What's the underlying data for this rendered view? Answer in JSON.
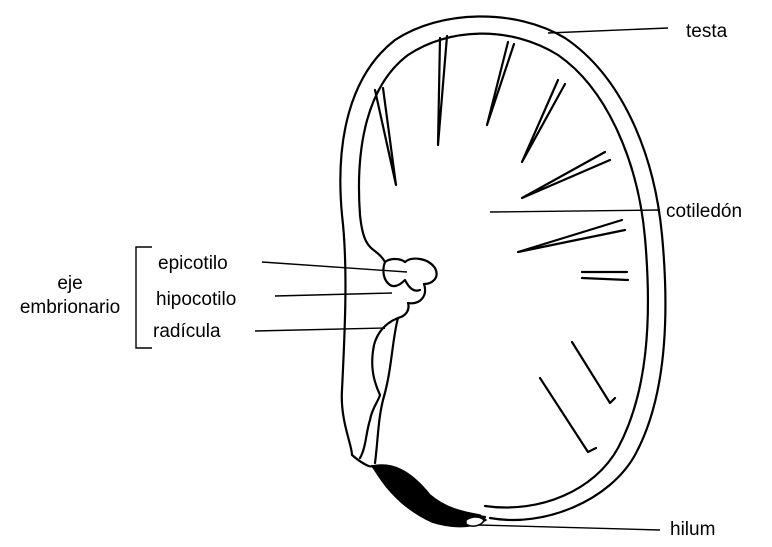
{
  "labels": {
    "testa": "testa",
    "cotiledon": "cotiledón",
    "epicotilo": "epicotilo",
    "hipocotilo": "hipocotilo",
    "radicula": "radícula",
    "hilum": "hilum"
  },
  "group": {
    "line1": "eje",
    "line2": "embrionario"
  },
  "colors": {
    "stroke": "#000000",
    "background": "#ffffff"
  }
}
